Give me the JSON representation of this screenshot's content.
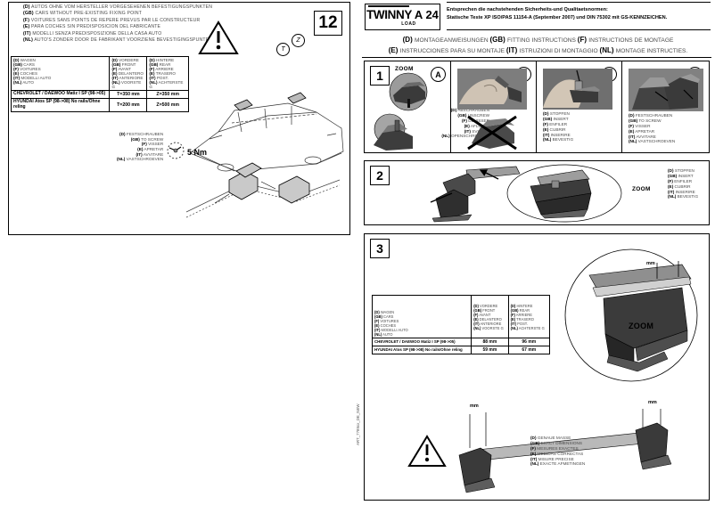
{
  "left_page": {
    "header_langs": [
      {
        "code": "(D)",
        "text": "AUTOS OHNE VOM HERSTELLER VORGESEHENEN BEFESTIGUNGSPUNKTEN"
      },
      {
        "code": "(GB)",
        "text": "CARS WITHOUT PRE-EXISTING FIXING POINT"
      },
      {
        "code": "(F)",
        "text": "VOITURES SANS POINTS DE REPERE PREVUS PAR LE CONSTRUCTEUR"
      },
      {
        "code": "(E)",
        "text": "PARA COCHES SIN PREDISPOSICION DEL FABRICANTE"
      },
      {
        "code": "(IT)",
        "text": "MODELLI SENZA PREDISPOSIZIONE DELLA CASA AUTO"
      },
      {
        "code": "(NL)",
        "text": "AUTO'S ZONDER DOOR DE FABRIKANT VOORZIENE BEVESTIGINGSPUNTEN"
      }
    ],
    "page_number": "12",
    "warning_icon": "warning-triangle",
    "dim_labels": {
      "t": "T",
      "z": "Z"
    },
    "table": {
      "col_headers": [
        {
          "lines": [
            {
              "code": "(D)",
              "text": "WAGEN"
            },
            {
              "code": "(GB)",
              "text": "CARS"
            },
            {
              "code": "(F)",
              "text": "VOITURES"
            },
            {
              "code": "(E)",
              "text": "COCHES"
            },
            {
              "code": "(IT)",
              "text": "MODELLI  AUTO"
            },
            {
              "code": "(NL)",
              "text": "AUTO"
            }
          ]
        },
        {
          "lines": [
            {
              "code": "(D)",
              "text": "VORDERE"
            },
            {
              "code": "(GB)",
              "text": "FRONT"
            },
            {
              "code": "(F)",
              "text": "AVANT"
            },
            {
              "code": "(E)",
              "text": "DELANTERO"
            },
            {
              "code": "(IT)",
              "text": "ANTERIORE"
            },
            {
              "code": "(NL)",
              "text": "VOORSTE G"
            }
          ]
        },
        {
          "lines": [
            {
              "code": "(D)",
              "text": "HINTERE"
            },
            {
              "code": "(GB)",
              "text": "REAR"
            },
            {
              "code": "(F)",
              "text": "ARRIERE"
            },
            {
              "code": "(E)",
              "text": "TRASERO"
            },
            {
              "code": "(IT)",
              "text": "POST."
            },
            {
              "code": "(NL)",
              "text": "ACHTERSTE G"
            }
          ]
        }
      ],
      "rows": [
        {
          "model": "CHEVROLET / DAEWOO Matiz I SP (98->05)",
          "front": "T=350 mm",
          "rear": "Z=350 mm"
        },
        {
          "model": "HYUNDAI Atos SP (98->08) No rails/Ohne reling",
          "front": "T=200 mm",
          "rear": "Z=500 mm"
        }
      ]
    },
    "screw_note": [
      {
        "code": "(D)",
        "text": "FESTSCHRAUBEN"
      },
      {
        "code": "(GB)",
        "text": "TO SCREW"
      },
      {
        "code": "(F)",
        "text": "VISSER"
      },
      {
        "code": "(E)",
        "text": "APRETAR"
      },
      {
        "code": "(IT)",
        "text": "AVVITARE"
      },
      {
        "code": "(NL)",
        "text": "VASTSCHROEVEN"
      }
    ],
    "torque": "5 Nm"
  },
  "right_page": {
    "brand": {
      "name": "TWINNY",
      "sub": "LOAD",
      "model": "A 24"
    },
    "standards": [
      "Entsprechen die nachstehenden Sicherheits-und Qualitaetsnormen:",
      "Statische Teste XP ISO/PAS 11154-A (September 2007) und DIN 75302 mit GS-KENNZEICHEN."
    ],
    "instructions_line1": [
      {
        "code": "(D)",
        "text": "MONTAGEANWEISUNGEN"
      },
      {
        "code": "(GB)",
        "text": "FITTING INSTRUCTIONS"
      },
      {
        "code": "(F)",
        "text": "INSTRUCTIONS DE MONTAGE"
      }
    ],
    "instructions_line2": [
      {
        "code": "(E)",
        "text": "INSTRUCCIONES PARA SU MONTAJE"
      },
      {
        "code": "(IT)",
        "text": "ISTRUZIONI DI MONTAGGIO"
      },
      {
        "code": "(NL)",
        "text": "MONTAGE INSTRUCTIES."
      }
    ],
    "steps": [
      {
        "number": "1",
        "panels": [
          {
            "letter": "A",
            "zoom_label": "ZOOM",
            "caption": [
              {
                "code": "(D)",
                "text": "ABSCHRAUBEN"
              },
              {
                "code": "(GB)",
                "text": "UNSCREW"
              },
              {
                "code": "(F)",
                "text": "DEVISSER"
              },
              {
                "code": "(E)",
                "text": "AFLOJAR"
              },
              {
                "code": "(IT)",
                "text": "SVITARE"
              },
              {
                "code": "(NL)",
                "text": "OPENSCHROEVEN"
              }
            ]
          },
          {
            "letter": "B",
            "zoom_label": "",
            "caption": []
          },
          {
            "letter": "C",
            "zoom_label": "",
            "caption": [
              {
                "code": "(D)",
                "text": "STOPFEN"
              },
              {
                "code": "(GB)",
                "text": "INSERT"
              },
              {
                "code": "(F)",
                "text": "ENFILER"
              },
              {
                "code": "(E)",
                "text": "CUBRIR"
              },
              {
                "code": "(IT)",
                "text": "INSERIRE"
              },
              {
                "code": "(NL)",
                "text": "BEVESTIG"
              }
            ]
          },
          {
            "letter": "D",
            "zoom_label": "",
            "caption": [
              {
                "code": "(D)",
                "text": "FESTSCHRAUBEN"
              },
              {
                "code": "(GB)",
                "text": "TO SCREW"
              },
              {
                "code": "(F)",
                "text": "VISSER"
              },
              {
                "code": "(E)",
                "text": "APRETAR"
              },
              {
                "code": "(IT)",
                "text": "AVVITARE"
              },
              {
                "code": "(NL)",
                "text": "VASTSCHROEVEN"
              }
            ]
          }
        ]
      },
      {
        "number": "2",
        "zoom_label": "ZOOM",
        "caption": [
          {
            "code": "(D)",
            "text": "STOPFEN"
          },
          {
            "code": "(GB)",
            "text": "INSERT"
          },
          {
            "code": "(F)",
            "text": "ENFILER"
          },
          {
            "code": "(E)",
            "text": "CUBRIR"
          },
          {
            "code": "(IT)",
            "text": "INSERIRE"
          },
          {
            "code": "(NL)",
            "text": "BEVESTIG"
          }
        ]
      },
      {
        "number": "3",
        "zoom_label": "ZOOM",
        "mm_label": "mm",
        "table": {
          "col_headers": [
            {
              "lines": [
                {
                  "code": "(D)",
                  "text": "WAGEN"
                },
                {
                  "code": "(GB)",
                  "text": "CARS"
                },
                {
                  "code": "(F)",
                  "text": "VOITURES"
                },
                {
                  "code": "(E)",
                  "text": "COCHES"
                },
                {
                  "code": "(IT)",
                  "text": "MODELLI  AUTO"
                },
                {
                  "code": "(NL)",
                  "text": "AUTO"
                }
              ]
            },
            {
              "lines": [
                {
                  "code": "(D)",
                  "text": "VORDERE"
                },
                {
                  "code": "(GB)",
                  "text": "FRONT"
                },
                {
                  "code": "(F)",
                  "text": "AVANT"
                },
                {
                  "code": "(E)",
                  "text": "DELANTERO"
                },
                {
                  "code": "(IT)",
                  "text": "ANTERIORE"
                },
                {
                  "code": "(NL)",
                  "text": "VOORSTE G"
                }
              ]
            },
            {
              "lines": [
                {
                  "code": "(D)",
                  "text": "HINTERE"
                },
                {
                  "code": "(GB)",
                  "text": "REAR"
                },
                {
                  "code": "(F)",
                  "text": "ARRIERE"
                },
                {
                  "code": "(E)",
                  "text": "TRASERO"
                },
                {
                  "code": "(IT)",
                  "text": "POST."
                },
                {
                  "code": "(NL)",
                  "text": "ACHTERSTE G"
                }
              ]
            }
          ],
          "rows": [
            {
              "model": "CHEVROLET / DAEWOO Matiz I SP (98->05)",
              "front": "88 mm",
              "rear": "96 mm"
            },
            {
              "model": "HYUNDAI Atos SP (98->08) No rails/Ohne reling",
              "front": "59 mm",
              "rear": "67 mm"
            }
          ]
        },
        "bottom_caption": [
          {
            "code": "(D)",
            "text": "GENAUE MASSE"
          },
          {
            "code": "(GB)",
            "text": "EXACT DIMENSIONS"
          },
          {
            "code": "(F)",
            "text": "MESURES EXACTES"
          },
          {
            "code": "(E)",
            "text": "MEDIDAS CORRECTAS"
          },
          {
            "code": "(IT)",
            "text": "MISURE PRECISE"
          },
          {
            "code": "(NL)",
            "text": "EXACTE AFMETINGEN"
          }
        ],
        "warning_icon": "warning-triangle"
      }
    ],
    "side_code": "ART_7789xx_DE_NEW"
  }
}
